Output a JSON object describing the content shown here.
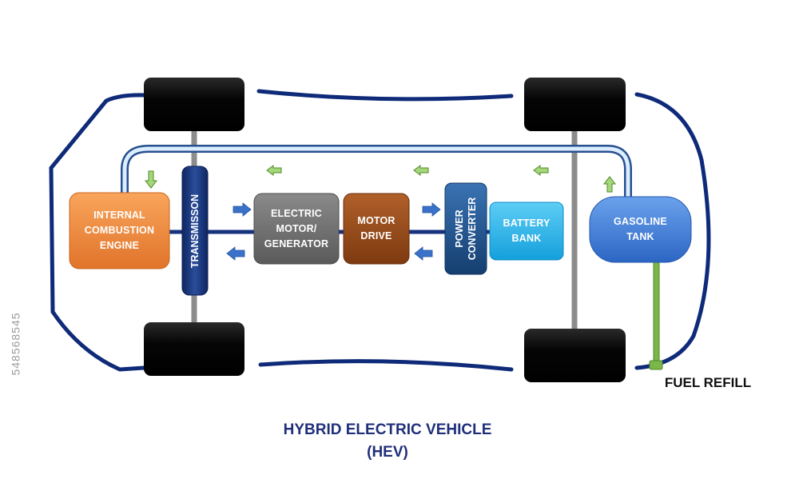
{
  "components": {
    "ice": "INTERNAL\nCOMBUSTION\nENGINE",
    "transmission": "TRANSMISSON",
    "motor_generator": "ELECTRIC\nMOTOR/\nGENERATOR",
    "motor_drive": "MOTOR\nDRIVE",
    "power_converter": "POWER\nCONVERTER",
    "battery": "BATTERY\nBANK",
    "gas_tank": "GASOLINE\nTANK",
    "fuel_refill": "FUEL REFILL"
  },
  "caption": {
    "line1": "HYBRID ELECTRIC VEHICLE",
    "line2": "(HEV)"
  },
  "stock_id": "548568545",
  "colors": {
    "chassis": "#0e2a78",
    "wheel": "#050505",
    "axle": "#8c8c8c",
    "fuel_line": "#f0f7ff",
    "engine": "#f28a3a",
    "transmission": "#16327d",
    "motor_generator": "#6e6e6e",
    "motor_drive": "#9a4a18",
    "power_converter": "#1c4f8a",
    "battery": "#26b4ea",
    "gas_tank": "#3f7fdb",
    "refill_pipe": "#7ab648",
    "arrow_blue": "#3a72c9",
    "arrow_green": "#7ab648"
  }
}
